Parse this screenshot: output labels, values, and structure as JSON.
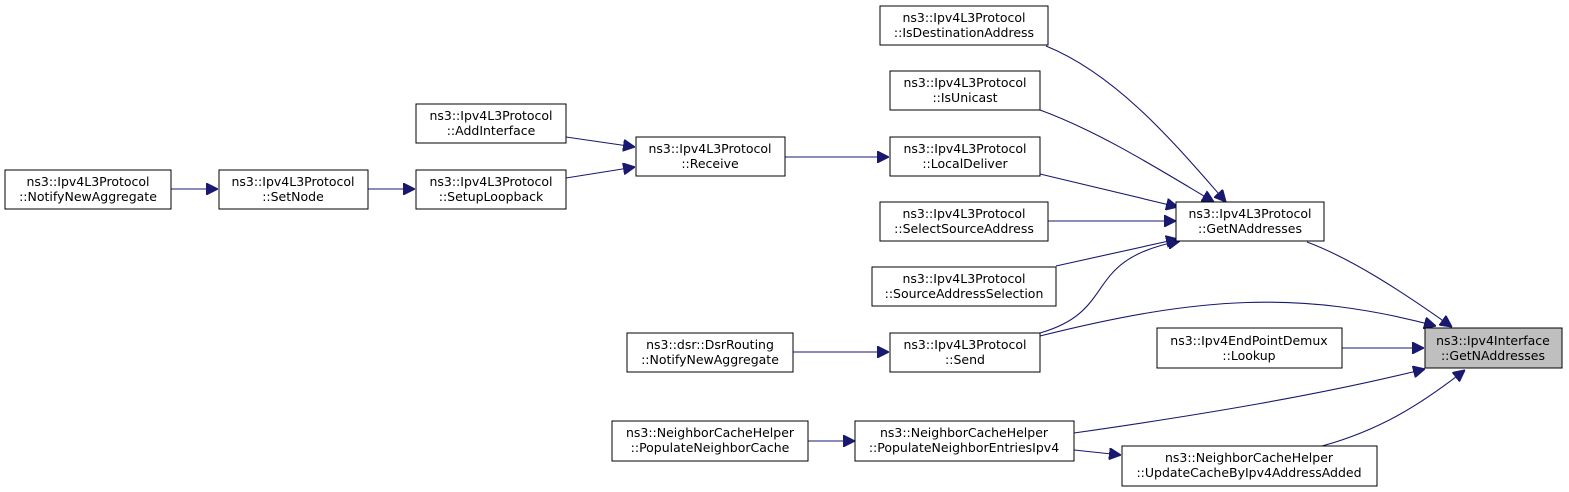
{
  "nodes": {
    "target": {
      "line1": "ns3::Ipv4Interface",
      "line2": "::GetNAddresses"
    },
    "getnaddresses": {
      "line1": "ns3::Ipv4L3Protocol",
      "line2": "::GetNAddresses"
    },
    "isdest": {
      "line1": "ns3::Ipv4L3Protocol",
      "line2": "::IsDestinationAddress"
    },
    "isunicast": {
      "line1": "ns3::Ipv4L3Protocol",
      "line2": "::IsUnicast"
    },
    "localdeliver": {
      "line1": "ns3::Ipv4L3Protocol",
      "line2": "::LocalDeliver"
    },
    "selectsrc": {
      "line1": "ns3::Ipv4L3Protocol",
      "line2": "::SelectSourceAddress"
    },
    "srcaddrsel": {
      "line1": "ns3::Ipv4L3Protocol",
      "line2": "::SourceAddressSelection"
    },
    "send": {
      "line1": "ns3::Ipv4L3Protocol",
      "line2": "::Send"
    },
    "receive": {
      "line1": "ns3::Ipv4L3Protocol",
      "line2": "::Receive"
    },
    "addinterface": {
      "line1": "ns3::Ipv4L3Protocol",
      "line2": "::AddInterface"
    },
    "setuploopback": {
      "line1": "ns3::Ipv4L3Protocol",
      "line2": "::SetupLoopback"
    },
    "setnode": {
      "line1": "ns3::Ipv4L3Protocol",
      "line2": "::SetNode"
    },
    "notifynewagg": {
      "line1": "ns3::Ipv4L3Protocol",
      "line2": "::NotifyNewAggregate"
    },
    "dsrnotify": {
      "line1": "ns3::dsr::DsrRouting",
      "line2": "::NotifyNewAggregate"
    },
    "lookup": {
      "line1": "ns3::Ipv4EndPointDemux",
      "line2": "::Lookup"
    },
    "popentries": {
      "line1": "ns3::NeighborCacheHelper",
      "line2": "::PopulateNeighborEntriesIpv4"
    },
    "popcache": {
      "line1": "ns3::NeighborCacheHelper",
      "line2": "::PopulateNeighborCache"
    },
    "updatecache": {
      "line1": "ns3::NeighborCacheHelper",
      "line2": "::UpdateCacheByIpv4AddressAdded"
    }
  },
  "colors": {
    "edge": "#191970",
    "highlight_fill": "#bfbfbf",
    "box_stroke": "#000000"
  }
}
